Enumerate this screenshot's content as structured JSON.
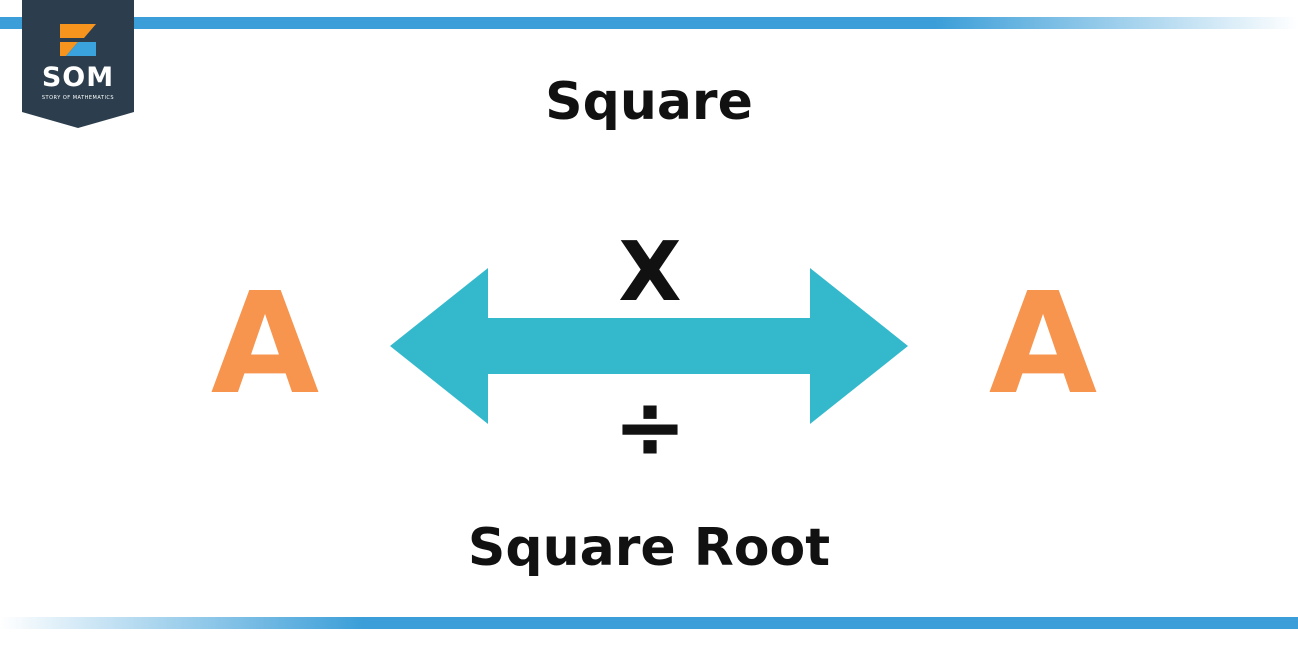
{
  "logo": {
    "abbr": "SOM",
    "tagline": "STORY OF MATHEMATICS",
    "icon": "som-logo-icon",
    "colors": {
      "badge": "#2c3e4d",
      "orange": "#f7941d",
      "blue": "#3aa3dd"
    }
  },
  "diagram": {
    "top_label": "Square",
    "bottom_label": "Square Root",
    "left_term": "A",
    "right_term": "A",
    "operation_top": "X",
    "operation_bottom": "÷",
    "arrow_icon": "double-headed-arrow-icon"
  },
  "colors": {
    "stripe": "#3b9ed8",
    "arrow": "#34b9cc",
    "letter": "#f7944e",
    "text": "#111111"
  }
}
